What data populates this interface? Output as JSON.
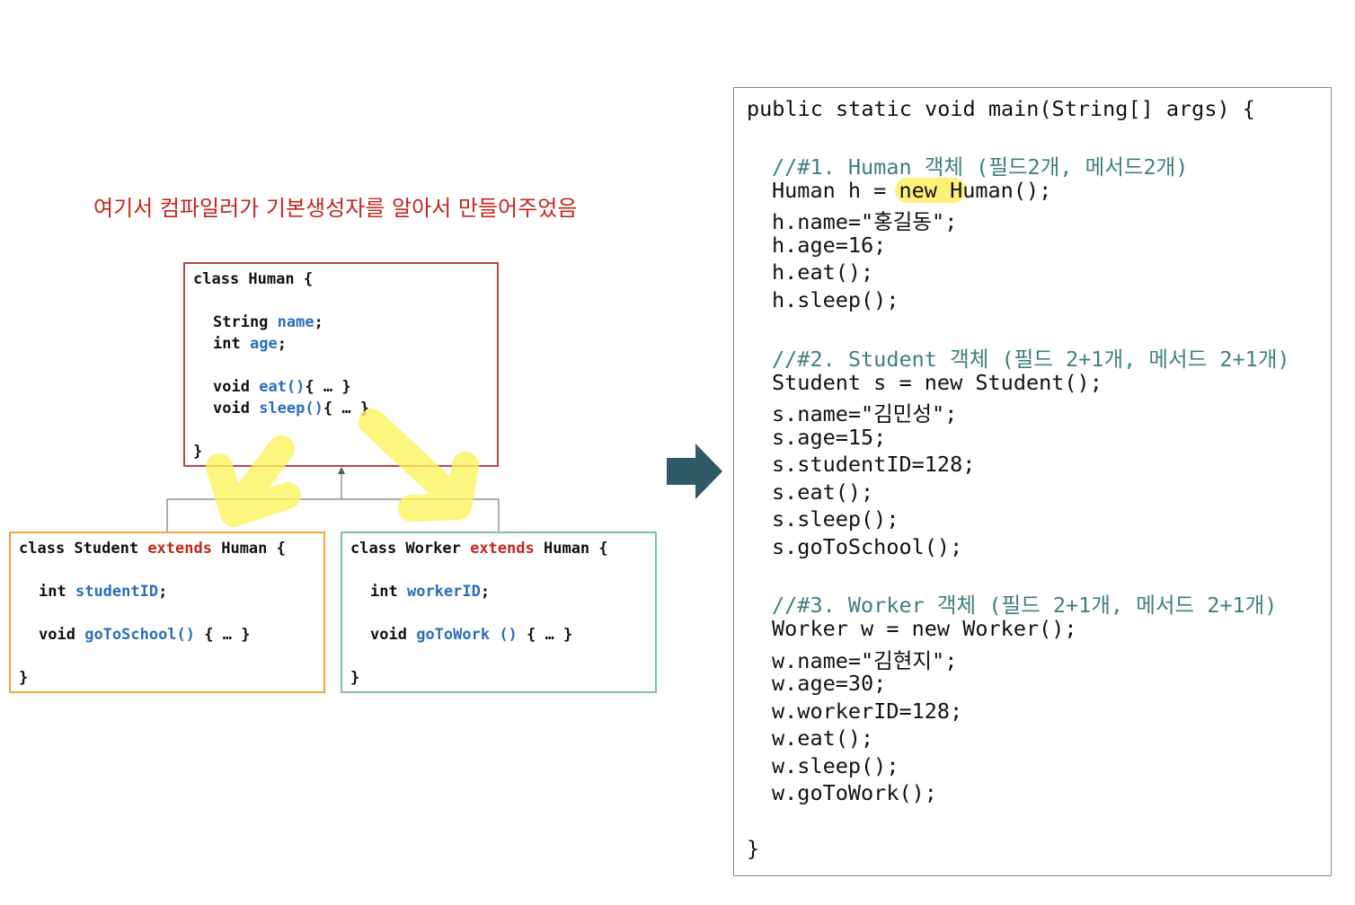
{
  "note": "여기서 컴파일러가 기본생성자를 알아서 만들어주었음",
  "human_class": {
    "header": "class Human {",
    "field1_type": "String",
    "field1_name": "name",
    "field1_semi": ";",
    "field2_type": "int",
    "field2_name": "age",
    "field2_semi": ";",
    "method1_type": "void",
    "method1_name": "eat()",
    "method1_body": "{ … }",
    "method2_type": "void",
    "method2_name": "sleep()",
    "method2_body": "{ … }",
    "close": "}"
  },
  "student_class": {
    "header_a": "class Student",
    "extends": "extends",
    "header_b": "Human {",
    "field_type": "int",
    "field_name": "studentID",
    "field_semi": ";",
    "method_type": "void",
    "method_name": "goToSchool()",
    "method_body": "{ … }",
    "close": "}"
  },
  "worker_class": {
    "header_a": "class Worker",
    "extends": "extends",
    "header_b": "Human {",
    "field_type": "int",
    "field_name": "workerID",
    "field_semi": ";",
    "method_type": "void",
    "method_name": "goToWork ()",
    "method_body": "{ … }",
    "close": "}"
  },
  "code": {
    "main_sig": "public static void main(String[] args) {",
    "c1": "//#1. Human 객체 (필드2개, 메서드2개)",
    "l1a_pre": "Human h = ",
    "l1a_new": "new H",
    "l1a_post": "uman();",
    "l1b": "h.name=\"홍길동\";",
    "l1c": "h.age=16;",
    "l1d": "h.eat();",
    "l1e": "h.sleep();",
    "c2": "//#2. Student 객체 (필드 2+1개, 메서드 2+1개)",
    "l2a": "Student s = new Student();",
    "l2b": "s.name=\"김민성\";",
    "l2c": "s.age=15;",
    "l2d": "s.studentID=128;",
    "l2e": "s.eat();",
    "l2f": "s.sleep();",
    "l2g": "s.goToSchool();",
    "c3": "//#3. Worker 객체 (필드 2+1개, 메서드 2+1개)",
    "l3a": "Worker w = new Worker();",
    "l3b": "w.name=\"김현지\";",
    "l3c": "w.age=30;",
    "l3d": "w.workerID=128;",
    "l3e": "w.eat();",
    "l3f": "w.sleep();",
    "l3g": "w.goToWork();",
    "close": "}"
  },
  "colors": {
    "note": "#c0281e",
    "human_border": "#b5474b",
    "student_border": "#f0a63c",
    "worker_border": "#7dbfae",
    "keyword_blue": "#2a6ebb",
    "extends_red": "#c0281e",
    "comment": "#3f7f7f",
    "highlight": "#fdf17a",
    "arrow": "#2f5965"
  }
}
